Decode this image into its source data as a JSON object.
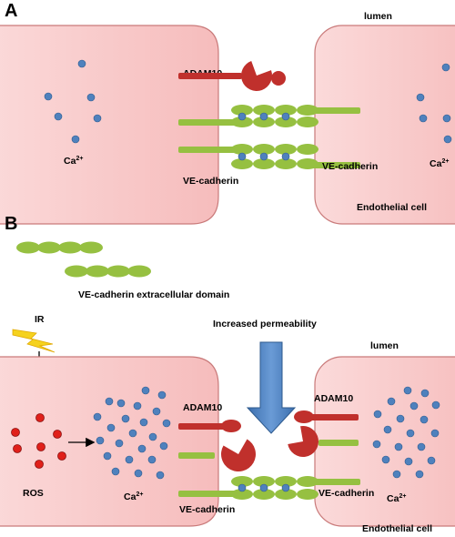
{
  "panel_a": {
    "letter": "A",
    "lumen": "lumen",
    "adam10": "ADAM10",
    "ve_cadherin_left": "VE-cadherin",
    "ve_cadherin_right": "VE-cadherin",
    "ca_left": "Ca",
    "ca_right": "Ca",
    "ca_sup": "2+",
    "endothelial": "Endothelial cell"
  },
  "panel_b": {
    "letter": "B",
    "extracellular": "VE-cadherin extracellular domain",
    "ir": "IR",
    "increased_permeability": "Increased permeability",
    "lumen": "lumen",
    "adam10_left": "ADAM10",
    "adam10_right": "ADAM10",
    "ros": "ROS",
    "ca_left": "Ca",
    "ca_right": "Ca",
    "ca_sup": "2+",
    "ve_cadherin_left": "VE-cadherin",
    "ve_cadherin_right": "VE-cadherin",
    "endothelial": "Endothelial cell"
  },
  "colors": {
    "cell_fill": "#f8c8c8",
    "cell_border": "#c96f6f",
    "cadherin_green": "#96c041",
    "calcium_blue": "#4f81bd",
    "ros_red": "#e0201a",
    "adam10_red": "#c0302c",
    "arrow_blue": "#4f81bd",
    "bolt_yellow": "#f5d21f"
  },
  "icons": {
    "lightning": "lightning-bolt-icon",
    "down_arrow": "large-down-arrow-icon"
  }
}
